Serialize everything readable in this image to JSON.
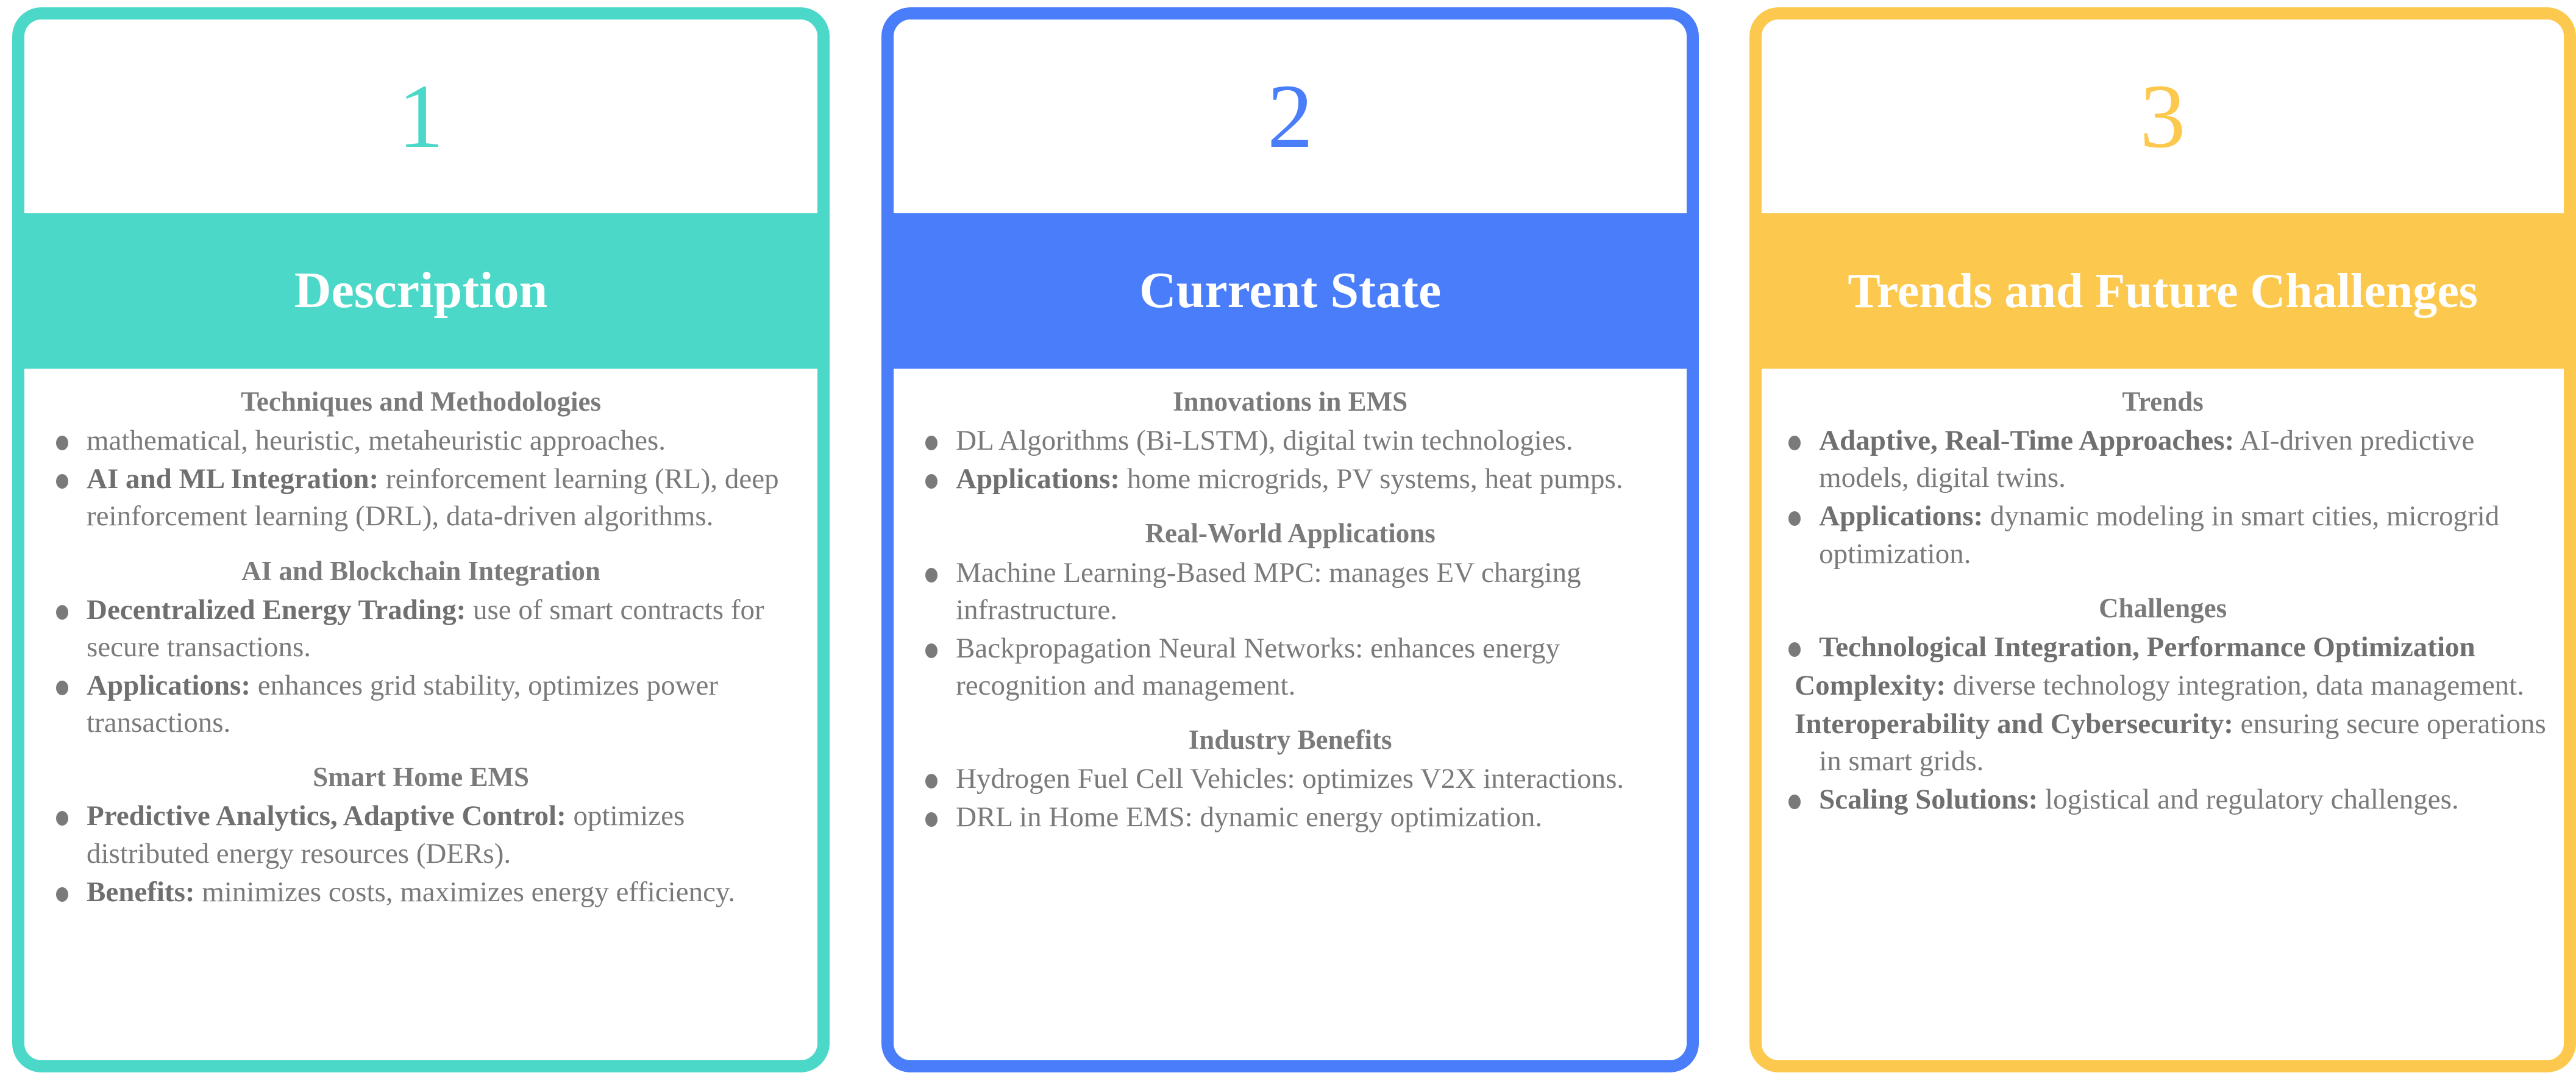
{
  "colors": {
    "card1_accent": "#4CD8C8",
    "card2_accent": "#4A7DFA",
    "card3_accent": "#FCC94E",
    "body_text": "#7A7A7A",
    "title_text": "#FFFFFF",
    "background": "#FFFFFF"
  },
  "cards": [
    {
      "number": "1",
      "title": "Description",
      "sections": [
        {
          "heading": "Techniques and Methodologies",
          "items": [
            {
              "bullet": true,
              "lead": "",
              "text": "mathematical, heuristic, metaheuristic approaches."
            },
            {
              "bullet": true,
              "lead": " AI and ML Integration:",
              "text": " reinforcement learning (RL), deep reinforcement learning (DRL), data-driven algorithms."
            }
          ]
        },
        {
          "heading": "AI and Blockchain Integration",
          "items": [
            {
              "bullet": true,
              "lead": "Decentralized Energy Trading:",
              "text": " use of smart contracts for secure transactions."
            },
            {
              "bullet": true,
              "lead": "Applications:",
              "text": " enhances grid stability, optimizes power transactions."
            }
          ]
        },
        {
          "heading": "Smart Home EMS",
          "items": [
            {
              "bullet": true,
              "lead": "Predictive Analytics, Adaptive Control:",
              "text": " optimizes distributed energy resources (DERs)."
            },
            {
              "bullet": true,
              "lead": "Benefits:",
              "text": " minimizes costs, maximizes energy efficiency."
            }
          ]
        }
      ]
    },
    {
      "number": "2",
      "title": "Current State",
      "sections": [
        {
          "heading": "Innovations in EMS",
          "items": [
            {
              "bullet": true,
              "lead": "",
              "text": "DL Algorithms (Bi-LSTM), digital twin technologies."
            },
            {
              "bullet": true,
              "lead": "Applications:",
              "text": " home microgrids, PV systems, heat pumps."
            }
          ]
        },
        {
          "heading": "Real-World Applications",
          "items": [
            {
              "bullet": true,
              "lead": "",
              "text": "Machine Learning-Based MPC: manages EV charging infrastructure."
            },
            {
              "bullet": true,
              "lead": "",
              "text": "Backpropagation Neural Networks: enhances energy recognition and management."
            }
          ]
        },
        {
          "heading": "Industry Benefits",
          "items": [
            {
              "bullet": true,
              "lead": "",
              "text": "Hydrogen Fuel Cell Vehicles: optimizes V2X interactions."
            },
            {
              "bullet": true,
              "lead": "",
              "text": "DRL in Home EMS: dynamic energy optimization."
            }
          ]
        }
      ]
    },
    {
      "number": "3",
      "title": "Trends and Future Challenges",
      "sections": [
        {
          "heading": "Trends",
          "items": [
            {
              "bullet": true,
              "lead": "Adaptive, Real-Time Approaches:",
              "text": " AI-driven predictive models, digital twins."
            },
            {
              "bullet": true,
              "lead": "Applications:",
              "text": " dynamic modeling in smart cities, microgrid optimization."
            }
          ]
        },
        {
          "heading": "Challenges",
          "items": [
            {
              "bullet": true,
              "lead": "Technological Integration, Performance Optimization",
              "text": ""
            },
            {
              "bullet": false,
              "indent": true,
              "lead": "Complexity:",
              "text": " diverse technology integration, data management."
            },
            {
              "bullet": false,
              "indent": true,
              "lead": "Interoperability and Cybersecurity:",
              "text": " ensuring secure operations in smart grids."
            },
            {
              "bullet": true,
              "lead": "Scaling Solutions:",
              "text": " logistical and regulatory challenges."
            }
          ]
        }
      ]
    }
  ]
}
